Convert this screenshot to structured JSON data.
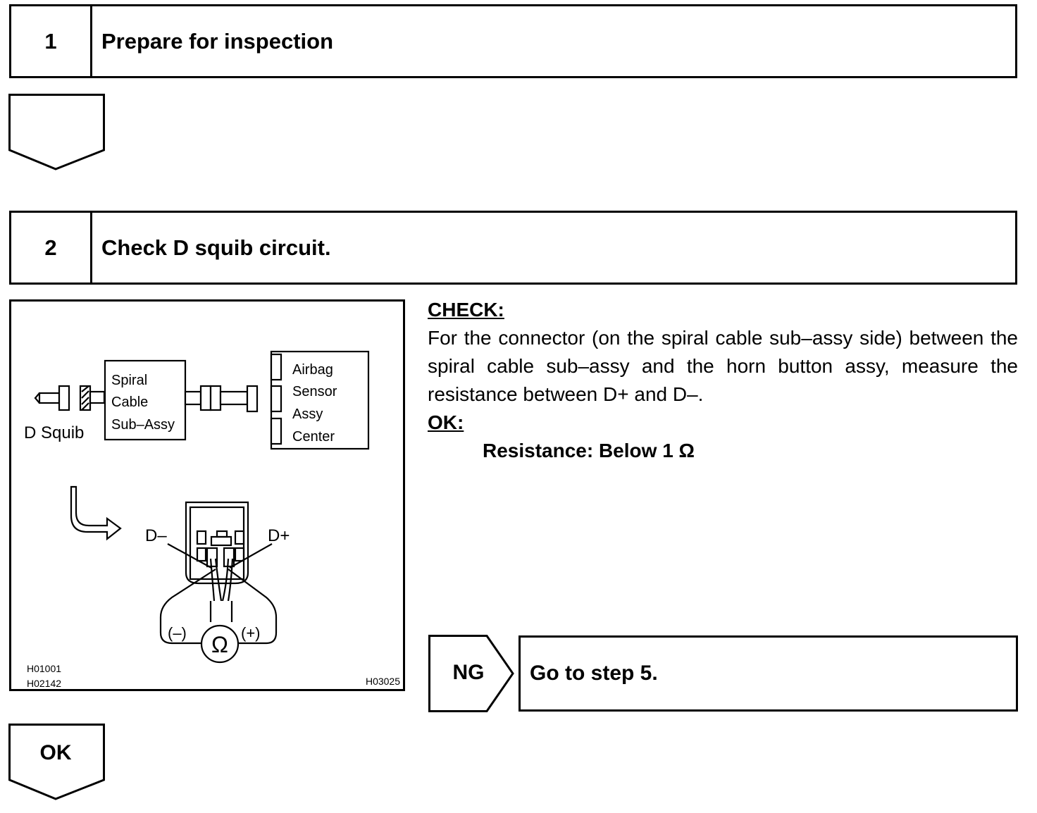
{
  "steps": [
    {
      "number": "1",
      "title": "Prepare for inspection"
    },
    {
      "number": "2",
      "title": "Check D squib circuit."
    }
  ],
  "figure": {
    "labels": {
      "d_squib": "D Squib",
      "spiral_lines": [
        "Spiral",
        "Cable",
        "Sub–Assy"
      ],
      "sensor_lines": [
        "Airbag",
        "Sensor",
        "Assy",
        "Center"
      ],
      "d_minus": "D–",
      "d_plus": "D+",
      "meter_minus": "(–)",
      "meter_plus": "(+)",
      "ohm_symbol": "Ω"
    },
    "codes": {
      "left_top": "H01001",
      "left_bottom": "H02142",
      "right": "H03025"
    }
  },
  "check": {
    "heading": "CHECK:",
    "text": "For the connector (on the spiral cable sub–assy side) between the spiral cable sub–assy and the horn button assy, measure the resistance between D+ and D–.",
    "ok_heading": "OK:",
    "spec": "Resistance: Below 1 Ω"
  },
  "ng": {
    "label": "NG",
    "action": "Go to step 5."
  },
  "ok": {
    "label": "OK"
  }
}
